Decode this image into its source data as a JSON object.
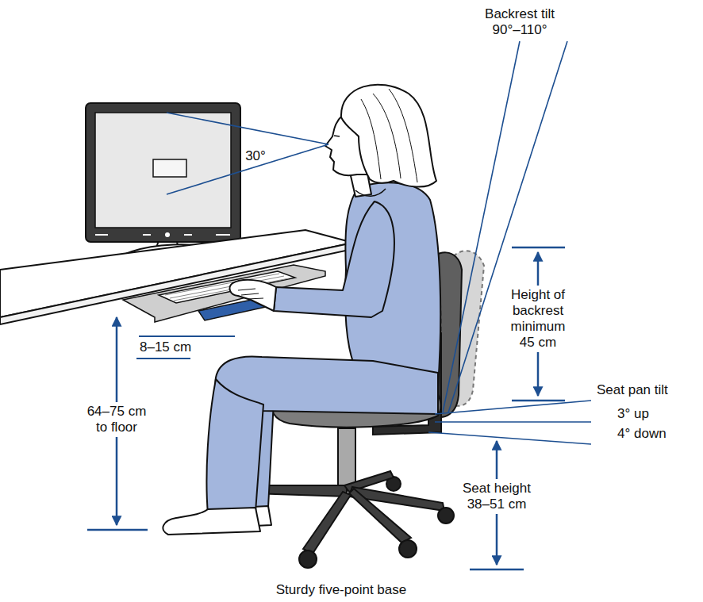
{
  "diagram": {
    "labels": [
      "Backrest tilt 90°–110°",
      "30°",
      "Height of backrest minimum 45 cm",
      "Seat pan tilt",
      "3° up",
      "4° down",
      "8–15 cm",
      "64–75 cm to floor",
      "Seat height 38–51 cm",
      "Sturdy five-point base"
    ]
  }
}
